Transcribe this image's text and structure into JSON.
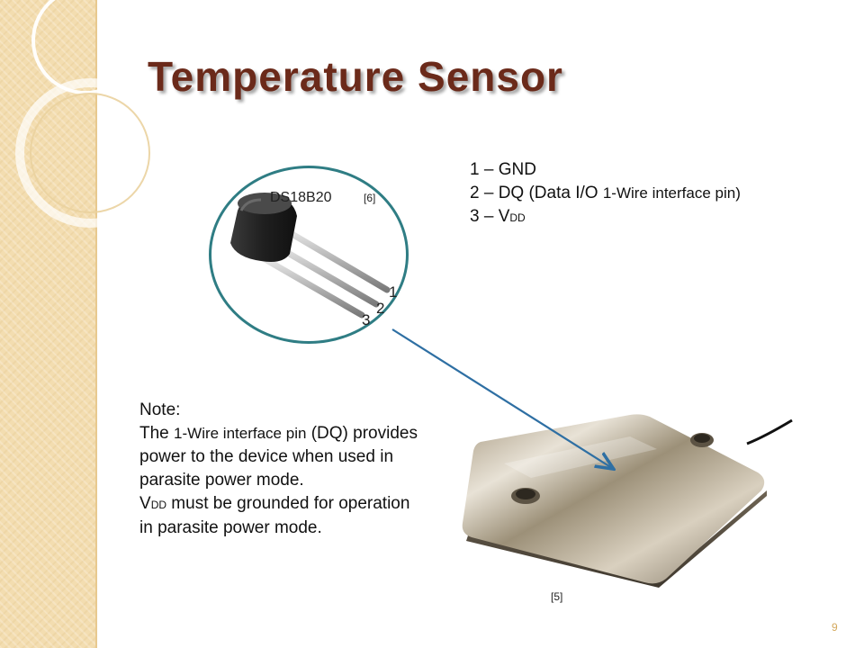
{
  "slide": {
    "title": "Temperature Sensor",
    "page_number": "9"
  },
  "figure_transistor": {
    "part_label": "DS18B20",
    "reference": "[6]",
    "pins": [
      "1",
      "2",
      "3"
    ]
  },
  "pinout": {
    "line1": "1 – GND",
    "line2_main": "2 – DQ (Data I/O ",
    "line2_small": "1-Wire interface pin)",
    "line3_prefix": "3 – V",
    "line3_sub": "DD"
  },
  "note": {
    "heading": "Note:",
    "p1_pre": "The ",
    "p1_small": "1-Wire interface pin",
    "p1_post": " (DQ) provides power to the device when used in parasite power mode.",
    "p2_v": "V",
    "p2_sub": "DD",
    "p2_post": " must be grounded for operation in parasite power mode."
  },
  "figure_plate": {
    "reference": "[5]"
  },
  "colors": {
    "title": "#6b2a1a",
    "circle_border": "#2f7d84",
    "arrow": "#2e6fa3",
    "sidebar": "#f3ddb0",
    "page_number": "#d4a95e"
  }
}
